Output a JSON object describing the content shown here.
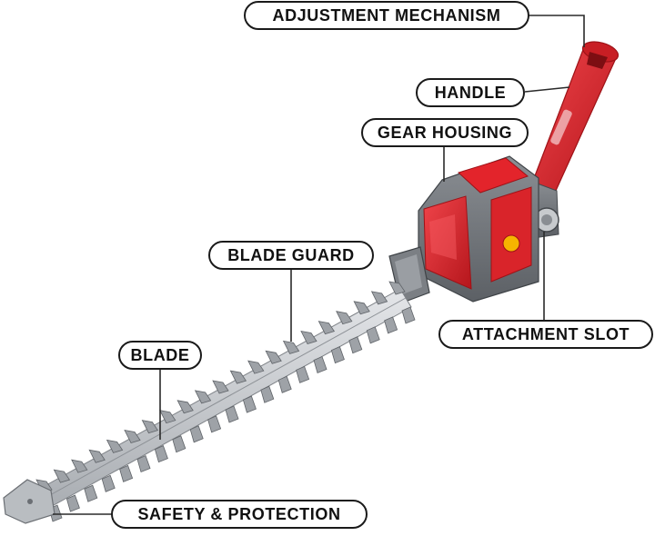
{
  "diagram": {
    "subject": "cordless hedge trimmer attachment",
    "colors": {
      "body_red": "#e3242b",
      "body_dark_red": "#b5161c",
      "housing_gray": "#6f7378",
      "blade_silver": "#c9ccd0",
      "label_border": "#1a1a1a",
      "leader_line": "#2a2a2a"
    },
    "labels": {
      "adjustment": "ADJUSTMENT MECHANISM",
      "handle": "HANDLE",
      "gear_housing": "GEAR HOUSING",
      "blade_guard": "BLADE GUARD",
      "attachment_slot": "ATTACHMENT SLOT",
      "blade": "BLADE",
      "safety": "SAFETY & PROTECTION"
    }
  }
}
